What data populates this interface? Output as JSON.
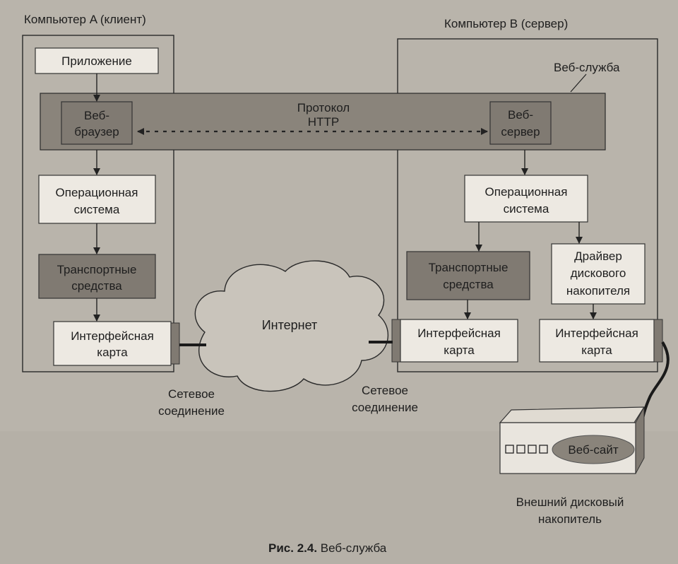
{
  "diagram": {
    "computer_a_title": "Компьютер A (клиент)",
    "computer_b_title": "Компьютер B (сервер)",
    "web_service_label": "Веб-служба",
    "http_protocol": [
      "Протокол",
      "HTTP"
    ],
    "client": {
      "application": "Приложение",
      "browser": [
        "Веб-",
        "браузер"
      ],
      "os": [
        "Операционная",
        "система"
      ],
      "transport": [
        "Транспортные",
        "средства"
      ],
      "nic": [
        "Интерфейсная",
        "карта"
      ]
    },
    "server": {
      "web_server": [
        "Веб-",
        "сервер"
      ],
      "os": [
        "Операционная",
        "система"
      ],
      "transport": [
        "Транспортные",
        "средства"
      ],
      "disk_driver": [
        "Драйвер",
        "дискового",
        "накопителя"
      ],
      "nic": [
        "Интерфейсная",
        "карта"
      ],
      "nic_disk": [
        "Интерфейсная",
        "карта"
      ]
    },
    "internet": "Интернет",
    "net_conn_left": [
      "Сетевое",
      "соединение"
    ],
    "net_conn_right": [
      "Сетевое",
      "соединение"
    ],
    "website": "Веб-сайт",
    "external_disk": [
      "Внешний дисковый",
      "накопитель"
    ],
    "caption_bold": "Рис. 2.4.",
    "caption_text": " Веб-служба"
  },
  "colors": {
    "page": "#b5b0a7",
    "box_light": "#ede9e2",
    "box_dark": "#807a72",
    "band": "#8a847b",
    "line": "#222222"
  }
}
